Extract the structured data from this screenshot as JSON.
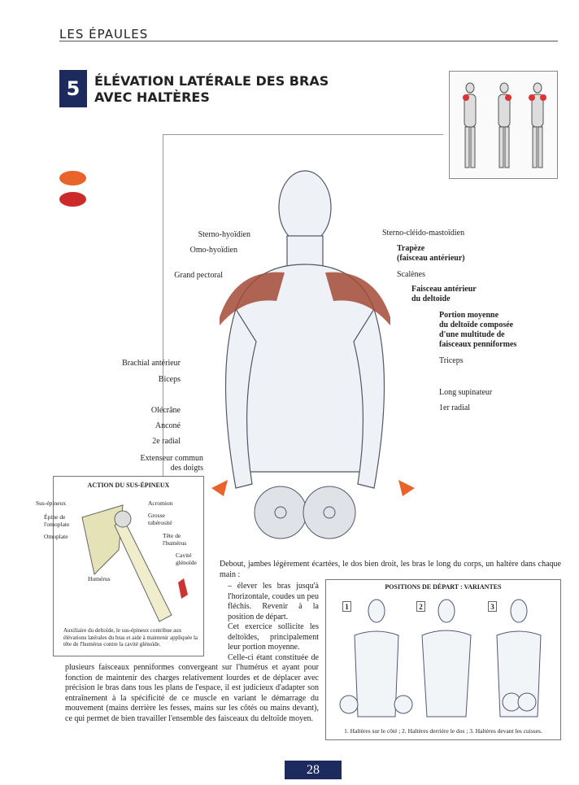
{
  "header": {
    "section": "LES ÉPAULES"
  },
  "exercise": {
    "number": "5",
    "title_line1": "ÉLÉVATION LATÉRALE DES BRAS",
    "title_line2": "AVEC HALTÈRES"
  },
  "colors": {
    "navy": "#1d2a5e",
    "orange": "#e8642a",
    "red": "#cc2a2a"
  },
  "labels_left": [
    "Sterno-hyoïdien",
    "Omo-hyoïdien",
    "Grand pectoral",
    "Brachial antérieur",
    "Biceps",
    "Olécrâne",
    "Anconé",
    "2e radial",
    "Extenseur commun",
    "des doigts"
  ],
  "labels_right": [
    "Sterno-cléido-mastoïdien",
    "Trapèze",
    "(faisceau antérieur)",
    "Scalènes",
    "Faisceau antérieur",
    "du deltoïde",
    "Portion moyenne",
    "du deltoïde composée",
    "d'une multitude de",
    "faisceaux penniformes",
    "Triceps",
    "Long supinateur",
    "1er radial"
  ],
  "inset": {
    "title": "ACTION DU SUS-ÉPINEUX",
    "labels": [
      "Sus-épineux",
      "Épine de",
      "l'omoplate",
      "Omoplate",
      "Acromion",
      "Grosse",
      "tubérosité",
      "Tête de",
      "l'humérus",
      "Cavité",
      "glénoïde",
      "Humérus"
    ],
    "caption": "Auxiliaire du deltoïde, le sus-épineux contribue aux élévations latérales du bras et aide à maintenir appliquée la tête de l'humérus contre la cavité glénoïde."
  },
  "body": {
    "p1": "Debout, jambes légèrement écartées, le dos bien droit, les bras le long du corps, un haltère dans chaque main :",
    "p2": "– élever les bras jusqu'à l'horizontale, coudes un peu fléchis. Revenir à la position de départ.",
    "p3": "Cet exercice sollicite les deltoïdes, principalement leur portion moyenne.",
    "p4a": "Celle-ci étant constituée",
    "p4b": "de plusieurs faisceaux penniformes convergeant sur l'humérus et ayant pour fonction de maintenir des charges relativement lourdes et de déplacer avec précision le bras dans tous les plans de l'espace, il est judicieux d'adapter son entraînement à la spécificité de ce muscle en variant le démarrage du mouvement (mains derrière les fesses, mains sur les côtés ou mains devant), ce qui permet de bien travailler l'ensemble des faisceaux du deltoïde moyen."
  },
  "variants": {
    "title": "POSITIONS DE DÉPART : VARIANTES",
    "numbers": [
      "1",
      "2",
      "3"
    ],
    "caption": "1. Haltères sur le côté ; 2. Haltères derrière le dos ; 3. Haltères devant les cuisses."
  },
  "page": {
    "number": "28"
  }
}
